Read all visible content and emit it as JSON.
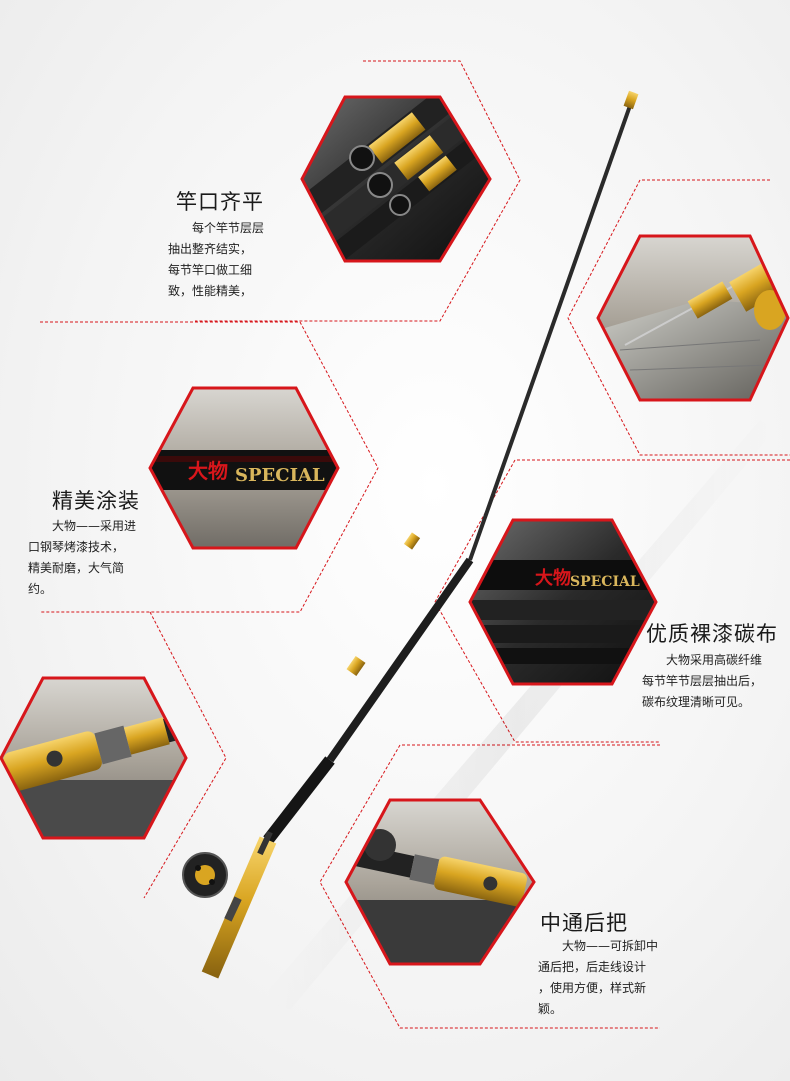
{
  "features": [
    {
      "title": "竿口齐平",
      "desc": "　　每个竿节层层\n抽出整齐结实，\n每节竿口做工细\n致，性能精美，"
    },
    {
      "title": "精美涂装",
      "desc": "　　大物——采用进\n口钢琴烤漆技术，\n精美耐磨，大气简\n约。"
    },
    {
      "title": "优质裸漆碳布",
      "desc": "　　大物采用高碳纤维\n每节竿节层层抽出后，\n碳布纹理清晰可见。"
    },
    {
      "title": "中通后把",
      "desc": "　　大物——可拆卸中\n通后把，后走线设计\n，使用方便，样式新\n颖。"
    }
  ],
  "rod_branding": {
    "kanji": "大物",
    "special": "SPECIAL"
  },
  "colors": {
    "hex_border": "#d7161b",
    "guide_line": "#d7161b",
    "gold": "#d9a521",
    "carbon": "#1d1d1d"
  }
}
